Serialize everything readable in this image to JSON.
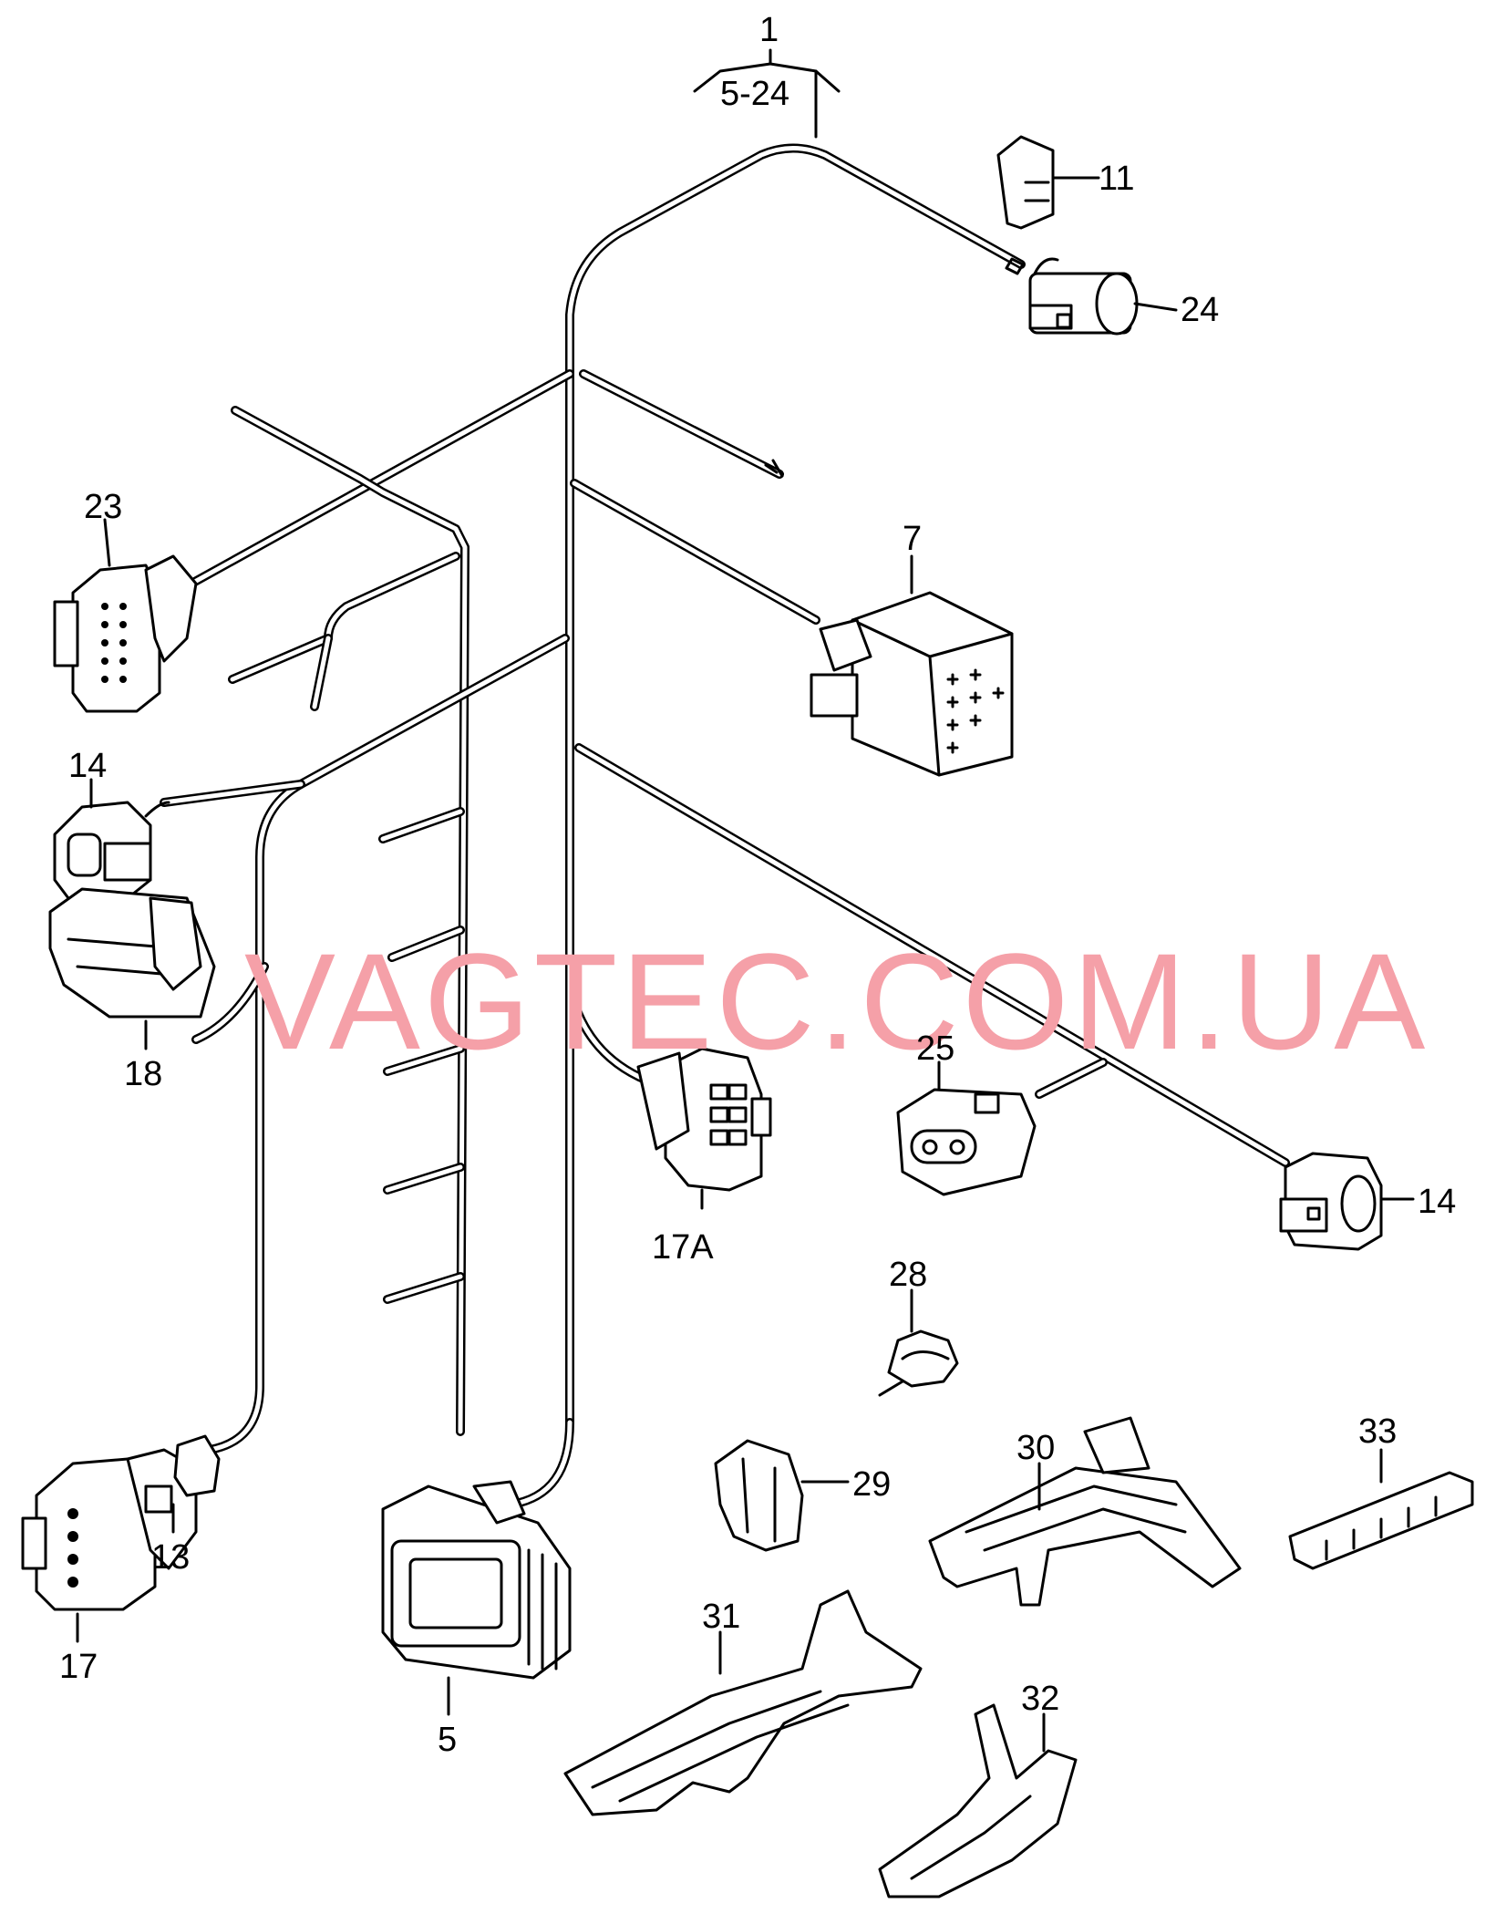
{
  "watermark": "VAGTEC.COM.UA",
  "labels": {
    "p1": "1",
    "p1_range": "5-24",
    "p11": "11",
    "p24": "24",
    "p23": "23",
    "p7": "7",
    "p14_left": "14",
    "p18": "18",
    "p25": "25",
    "p14_right": "14",
    "p17a": "17A",
    "p28": "28",
    "p29": "29",
    "p30": "30",
    "p33": "33",
    "p13": "13",
    "p17": "17",
    "p5": "5",
    "p31": "31",
    "p32": "32"
  }
}
